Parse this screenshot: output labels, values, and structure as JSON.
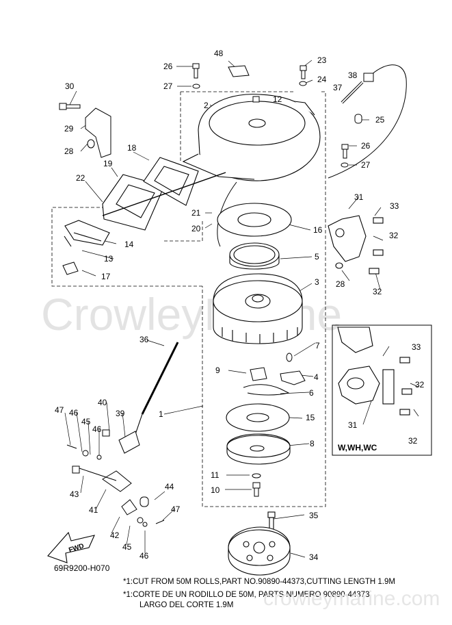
{
  "drawing_code": "69R9200-H070",
  "fwd_label": "FWD",
  "inset_label": "W,WH,WC",
  "watermark": "CrowleyMarine",
  "watermark_url": "crowleymarine.com",
  "footnote": {
    "line1": "*1:CUT FROM 50M ROLLS,PART NO.90890-44373,CUTTING LENGTH 1.9M",
    "line2": "*1:CORTE DE UN RODILLO DE 50M, PARTS NUMERO 90890-44373,",
    "line3": "LARGO DEL CORTE 1.9M"
  },
  "callouts": {
    "c1": "1",
    "c2": "2",
    "c3": "3",
    "c4": "4",
    "c5": "5",
    "c6": "6",
    "c7": "7",
    "c8": "8",
    "c9": "9",
    "c10": "10",
    "c11": "11",
    "c12": "12",
    "c13": "13",
    "c14": "14",
    "c15": "15",
    "c16": "16",
    "c17": "17",
    "c18": "18",
    "c19": "19",
    "c20": "20",
    "c21": "21",
    "c22": "22",
    "c23": "23",
    "c24": "24",
    "c25": "25",
    "c26a": "26",
    "c26b": "26",
    "c27a": "27",
    "c27b": "27",
    "c28a": "28",
    "c28b": "28",
    "c29": "29",
    "c30": "30",
    "c31a": "31",
    "c31b": "31",
    "c32a": "32",
    "c32b": "32",
    "c32c": "32",
    "c32d": "32",
    "c33a": "33",
    "c33b": "33",
    "c34": "34",
    "c35": "35",
    "c36": "36",
    "c37": "37",
    "c38": "38",
    "c39": "39",
    "c40": "40",
    "c41": "41",
    "c42": "42",
    "c43": "43",
    "c44": "44",
    "c45a": "45",
    "c45b": "45",
    "c46a": "46",
    "c46b": "46",
    "c46c": "46",
    "c47a": "47",
    "c47b": "47",
    "c48": "48"
  }
}
